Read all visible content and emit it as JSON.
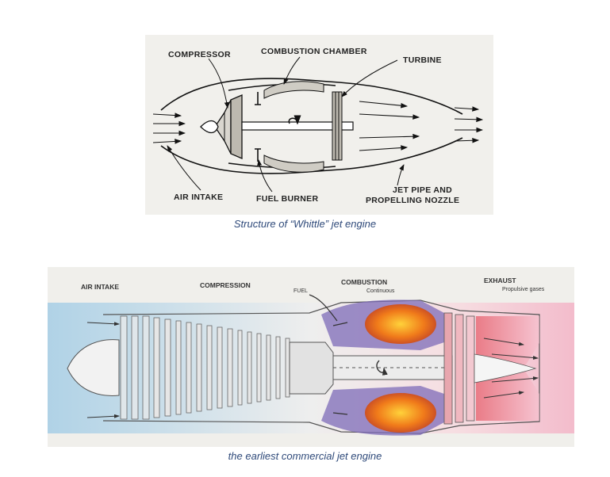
{
  "figure1": {
    "labels": {
      "compressor": "COMPRESSOR",
      "combustion": "COMBUSTION CHAMBER",
      "turbine": "TURBINE",
      "air_intake": "AIR INTAKE",
      "fuel_burner": "FUEL BURNER",
      "jet_pipe_1": "JET PIPE AND",
      "jet_pipe_2": "PROPELLING NOZZLE"
    },
    "caption": "Structure of “Whittle” jet engine"
  },
  "figure2": {
    "labels": {
      "air_intake": "AIR INTAKE",
      "compression": "COMPRESSION",
      "combustion": "COMBUSTION",
      "continuous": "Continuous",
      "fuel": "FUEL",
      "exhaust": "EXHAUST",
      "propulsive": "Propulsive gases"
    },
    "caption": "the earliest commercial jet engine"
  }
}
